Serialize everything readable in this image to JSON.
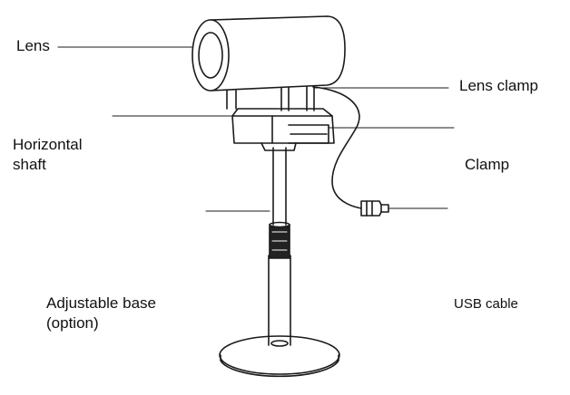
{
  "labels": {
    "lens": "Lens",
    "lens_clamp": "Lens clamp",
    "horizontal_shaft_line1": "Horizontal",
    "horizontal_shaft_line2": "shaft",
    "clamp": "Clamp",
    "adjustable_base_line1": "Adjustable base",
    "adjustable_base_line2": "(option)",
    "usb_cable": "USB cable"
  },
  "colors": {
    "stroke": "#1a1a1a",
    "text": "#111111",
    "background": "#ffffff",
    "collar_fill": "#222222"
  }
}
